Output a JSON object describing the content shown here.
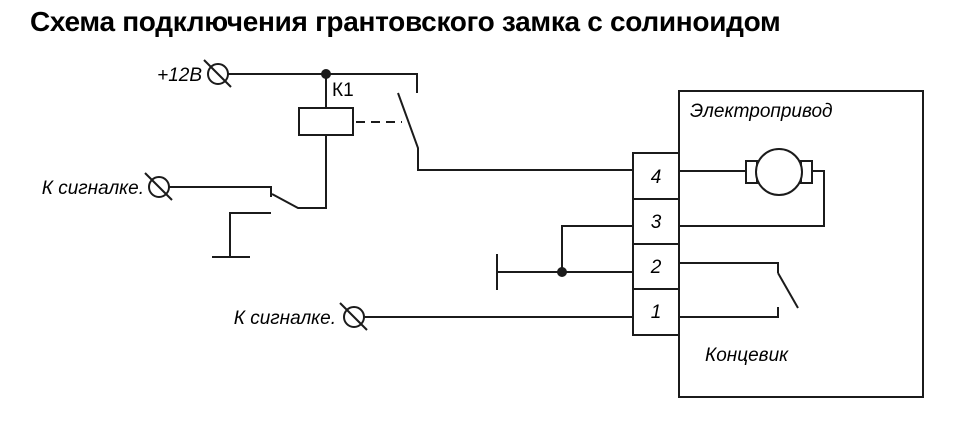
{
  "title": "Схема подключения грантовского замка с солиноидом",
  "schematic": {
    "supply_label": "+12В",
    "relay_label": "К1",
    "alarm_label_left": "К сигналке.",
    "alarm_label_bottom": "К сигналке.",
    "actuator_label": "Электропривод",
    "limit_switch_label": "Концевик",
    "connector_pins": [
      "4",
      "3",
      "2",
      "1"
    ],
    "colors": {
      "line": "#1b1b1b",
      "background": "#ffffff",
      "text": "#000000"
    }
  }
}
